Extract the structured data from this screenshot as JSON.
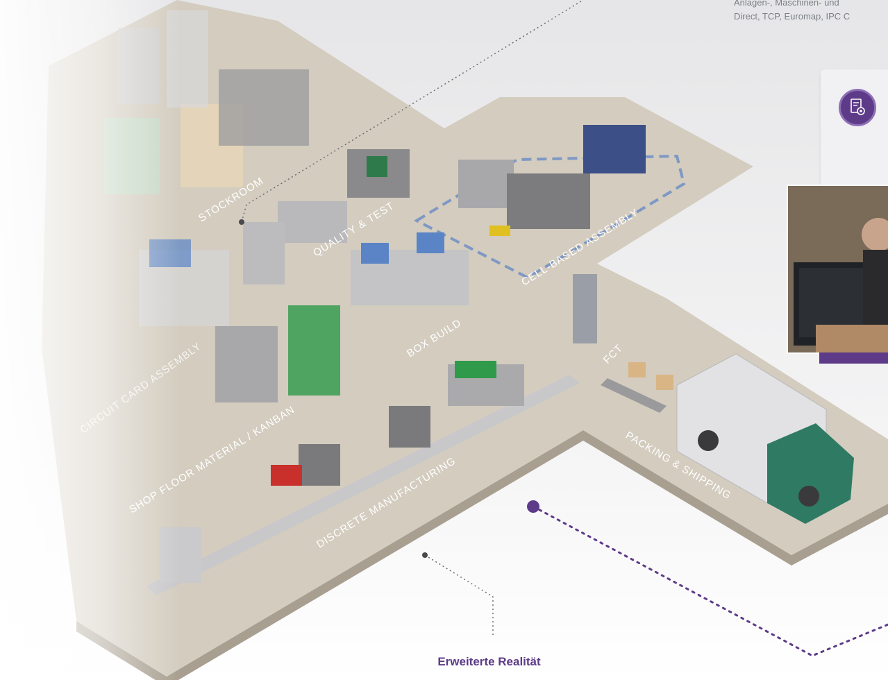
{
  "top_note": {
    "line1": "Anlagen-, Maschinen- und",
    "line2": "Direct, TCP, Euromap, IPC C"
  },
  "zones": {
    "stockroom": "STOCKROOM",
    "quality_test": "QUALITY & TEST",
    "cell_based_assembly": "CELL-BASED ASSEMBLY",
    "box_build": "BOX BUILD",
    "fct": "FCT",
    "circuit_card_assembly": "CIRCUIT CARD ASSEMBLY",
    "shop_floor_material": "SHOP FLOOR MATERIAL / KANBAN",
    "discrete_manufacturing": "DISCRETE MANUFACTURING",
    "packing_shipping": "PACKING & SHIPPING"
  },
  "card": {
    "icon": "settings-document-icon"
  },
  "bottom_label": "Erweiterte Realität",
  "colors": {
    "floor": "#d3ccbf",
    "floor_edge": "#a89f90",
    "accent_purple": "#5d3b88",
    "dashed_blue": "#7f98c4"
  }
}
